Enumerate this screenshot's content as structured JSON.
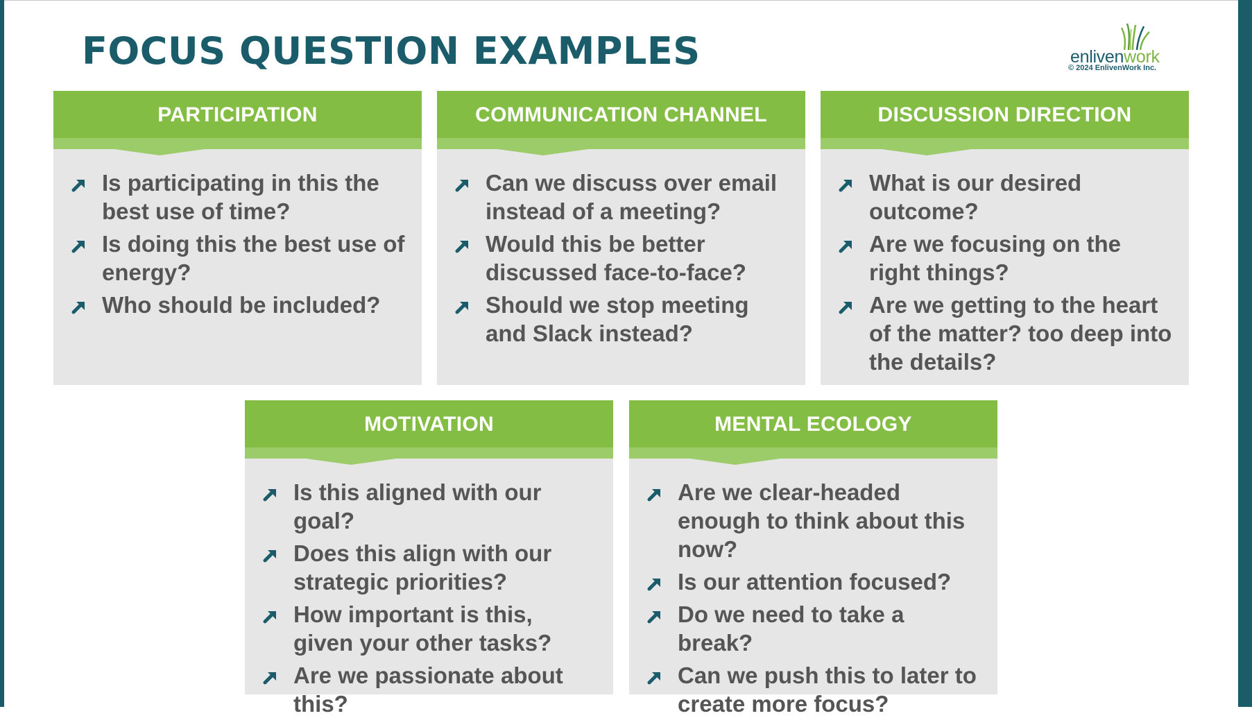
{
  "title": "FOCUS QUESTION EXAMPLES",
  "logo": {
    "word_part1": "enliven",
    "word_part2": "work",
    "copyright": "© 2024 EnlivenWork Inc."
  },
  "colors": {
    "title": "#1b5c6b",
    "header_green": "#83bd44",
    "header_stripe": "#9ccb6a",
    "card_bg": "#e6e6e6",
    "text": "#555555",
    "bullet": "#1b5c6b"
  },
  "bullet_icon": "arrow-up-right-icon",
  "cards": [
    {
      "title": "PARTICIPATION",
      "items": [
        "Is participating in this the best use of time?",
        "Is doing this the best use of energy?",
        "Who should be included?"
      ]
    },
    {
      "title": "COMMUNICATION CHANNEL",
      "items": [
        "Can we discuss over email instead of a meeting?",
        "Would this be better discussed face-to-face?",
        "Should we stop meeting and Slack instead?"
      ]
    },
    {
      "title": "DISCUSSION DIRECTION",
      "items": [
        "What is our desired outcome?",
        "Are we focusing on the right things?",
        "Are we getting to the heart of the matter? too deep into the details?"
      ]
    },
    {
      "title": "MOTIVATION",
      "items": [
        "Is this aligned with our goal?",
        "Does this align with our strategic priorities?",
        "How important is this, given your other tasks?",
        "Are we passionate about this?"
      ]
    },
    {
      "title": "MENTAL ECOLOGY",
      "items": [
        "Are we clear-headed enough to think about this now?",
        "Is our attention focused?",
        "Do we need to take a break?",
        "Can we push this to later to create more focus?"
      ]
    }
  ]
}
